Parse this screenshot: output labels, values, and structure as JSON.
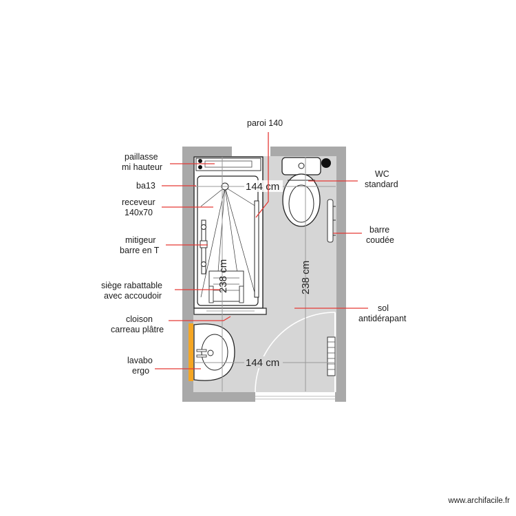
{
  "labels": {
    "paroi": "paroi 140",
    "paillasse_1": "paillasse",
    "paillasse_2": "mi hauteur",
    "ba13": "ba13",
    "receveur_1": "receveur",
    "receveur_2": "140x70",
    "mitigeur_1": "mitigeur",
    "mitigeur_2": "barre en T",
    "siege_1": "siège rabattable",
    "siege_2": "avec accoudoir",
    "cloison_1": "cloison",
    "cloison_2": "carreau plâtre",
    "lavabo_1": "lavabo",
    "lavabo_2": "ergo",
    "wc_1": "WC",
    "wc_2": "standard",
    "barre_1": "barre",
    "barre_2": "coudée",
    "sol_1": "sol",
    "sol_2": "antidérapant"
  },
  "dimensions": {
    "width_top": "144 cm",
    "width_bottom": "144 cm",
    "height_left": "238 cm",
    "height_right": "238 cm"
  },
  "credit": "www.archifacile.fr",
  "colors": {
    "wall": "#a9a9a9",
    "floor": "#d5d5d5",
    "leader": "#e53935",
    "accent": "#f5a623",
    "dimension": "#999999"
  }
}
